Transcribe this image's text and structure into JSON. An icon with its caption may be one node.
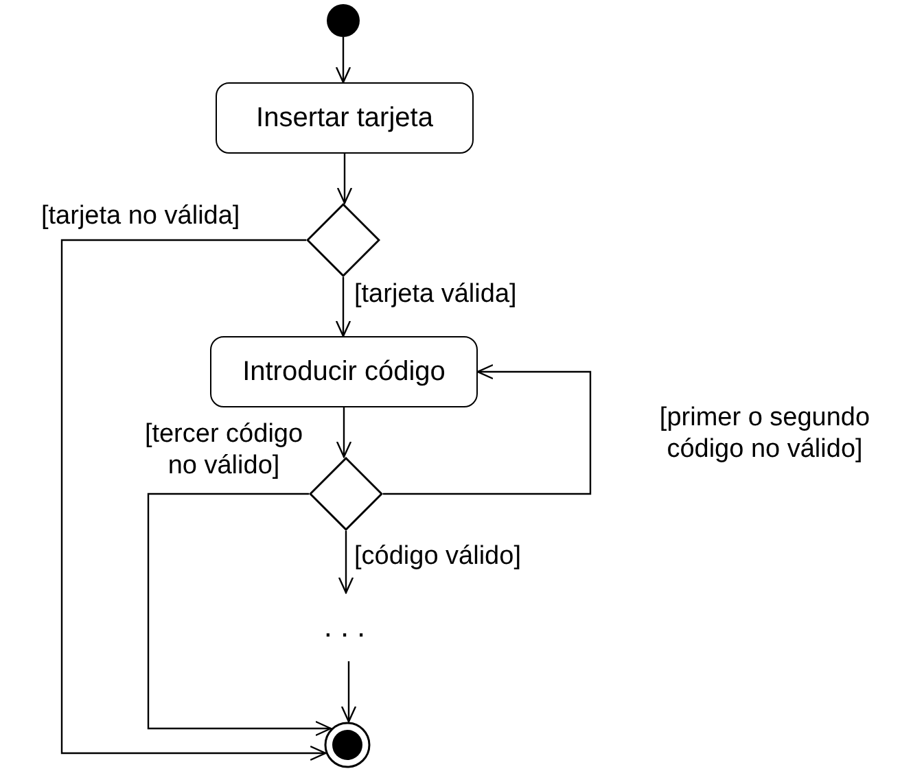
{
  "diagram": {
    "nodes": [
      {
        "text": [],
        "shape": "circle"
      },
      {
        "text": [
          "Insertar tarjeta"
        ]
      },
      {
        "text": [],
        "shape": "diamond"
      },
      {
        "text": [
          "Introducir código"
        ]
      },
      {
        "text": [],
        "shape": "diamond"
      },
      {
        "text": [
          "..."
        ]
      },
      {
        "text": [],
        "shape": "circle"
      }
    ],
    "edges": [
      {
        "from": 0,
        "to": 1,
        "arrow": "to"
      },
      {
        "from": 1,
        "to": 2,
        "arrow": "to"
      },
      {
        "from": 2,
        "to": 6,
        "arrow": "to",
        "label": "[tarjeta no válida]"
      },
      {
        "from": 2,
        "to": 3,
        "arrow": "to",
        "label": "[tarjeta válida]"
      },
      {
        "from": 3,
        "to": 4,
        "arrow": "to"
      },
      {
        "from": 4,
        "to": 3,
        "arrow": "to",
        "label": "[primer o segundo código no válido]"
      },
      {
        "from": 4,
        "to": 6,
        "arrow": "to",
        "label": "[tercer código no válido]"
      },
      {
        "from": 4,
        "to": 5,
        "arrow": "to",
        "label": "[código válido]"
      },
      {
        "from": 5,
        "to": 6,
        "arrow": "to"
      }
    ]
  }
}
